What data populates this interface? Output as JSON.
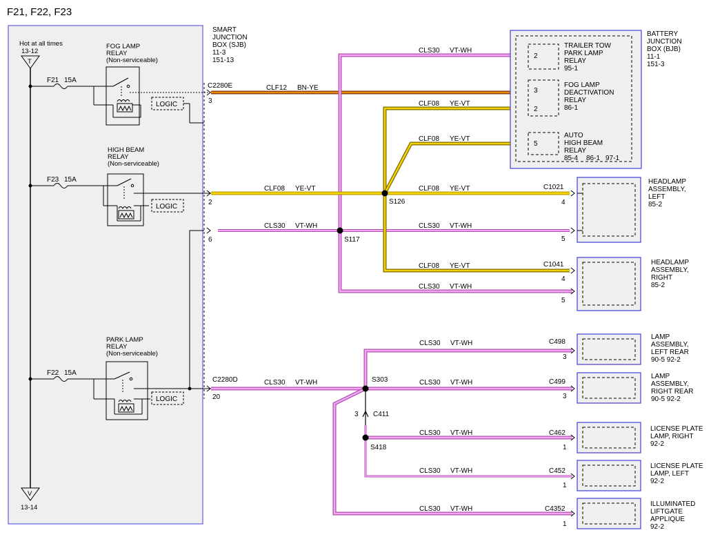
{
  "page_title": "F21, F22, F23",
  "colors": {
    "pink": "#e46fe4",
    "pink_light": "#f2a8f2",
    "yellow": "#f5d200",
    "orange": "#f08a00",
    "brown": "#8b4513",
    "blue": "#3f3fd8",
    "panel": "#efefef"
  },
  "hot_label": "Hot at all times",
  "hot_ref": "13-12",
  "ground_ref": "13-14",
  "fuses": {
    "f21": {
      "name": "F21",
      "rating": "15A"
    },
    "f23": {
      "name": "F23",
      "rating": "15A"
    },
    "f22": {
      "name": "F22",
      "rating": "15A"
    }
  },
  "relays": {
    "fog": {
      "line1": "FOG LAMP",
      "line2": "RELAY",
      "line3": "(Non-serviceable)"
    },
    "high": {
      "line1": "HIGH BEAM",
      "line2": "RELAY",
      "line3": "(Non-serviceable)"
    },
    "park": {
      "line1": "PARK LAMP",
      "line2": "RELAY",
      "line3": "(Non-serviceable)"
    },
    "logic": "LOGIC"
  },
  "sjb": {
    "line1": "SMART",
    "line2": "JUNCTION",
    "line3": "BOX (SJB)",
    "line4": "11-3",
    "line5": "151-13"
  },
  "bjb": {
    "line1": "BATTERY",
    "line2": "JUNCTION",
    "line3": "BOX (BJB)",
    "line4": "11-1",
    "line5": "151-3",
    "trailer": {
      "pin": "2",
      "line1": "TRAILER TOW",
      "line2": "PARK LAMP",
      "line3": "RELAY",
      "ref": "95-1"
    },
    "foglamp": {
      "pin1": "3",
      "pin2": "2",
      "line1": "FOG LAMP",
      "line2": "DEACTIVATION",
      "line3": "RELAY",
      "ref": "86-1"
    },
    "autohb": {
      "pin": "5",
      "line1": "AUTO",
      "line2": "HIGH BEAM",
      "line3": "RELAY",
      "ref1": "85-4",
      "ref2": "86-1",
      "ref3": "97-1"
    }
  },
  "connectors": {
    "c2280e": "C2280E",
    "c2280d": "C2280D",
    "pin3": "3",
    "pin2": "2",
    "pin6": "6",
    "pin20": "20",
    "c1021": "C1021",
    "c1041": "C1041",
    "c498": "C498",
    "c499": "C499",
    "c462": "C462",
    "c452": "C452",
    "c4352": "C4352",
    "c411": "C411",
    "c411_pin": "3",
    "pin4": "4",
    "pin5": "5",
    "pin1": "1"
  },
  "splices": {
    "s126": "S126",
    "s117": "S117",
    "s303": "S303",
    "s418": "S418"
  },
  "wires": {
    "clf12": "CLF12",
    "bnye": "BN-YE",
    "clf08": "CLF08",
    "yevt": "YE-VT",
    "cls30": "CLS30",
    "vtwh": "VT-WH"
  },
  "components": {
    "hl_left": {
      "line1": "HEADLAMP",
      "line2": "ASSEMBLY,",
      "line3": "LEFT",
      "ref": "85-2"
    },
    "hl_right": {
      "line1": "HEADLAMP",
      "line2": "ASSEMBLY,",
      "line3": "RIGHT",
      "ref": "85-2"
    },
    "lamp_lr": {
      "line1": "LAMP",
      "line2": "ASSEMBLY,",
      "line3": "LEFT REAR",
      "ref": "90-5   92-2"
    },
    "lamp_rr": {
      "line1": "LAMP",
      "line2": "ASSEMBLY,",
      "line3": "RIGHT REAR",
      "ref": "90-5   92-2"
    },
    "lic_r": {
      "line1": "LICENSE PLATE",
      "line2": "LAMP, RIGHT",
      "ref": "92-2"
    },
    "lic_l": {
      "line1": "LICENSE PLATE",
      "line2": "LAMP, LEFT",
      "ref": "92-2"
    },
    "liftgate": {
      "line1": "ILLUMINATED",
      "line2": "LIFTGATE",
      "line3": "APPLIQUE",
      "ref": "92-2"
    }
  }
}
